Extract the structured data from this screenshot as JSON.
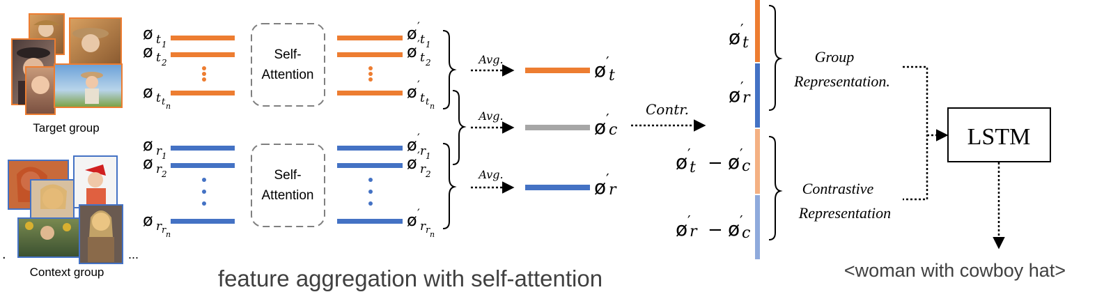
{
  "colors": {
    "target": "#ED7D31",
    "context": "#4472C4",
    "grey": "#A6A6A6",
    "diff_target": "#F4B183",
    "diff_context": "#8FAADC",
    "text": "#000000",
    "caption": "#404040"
  },
  "groups": {
    "target_label": "Target group",
    "context_label": "Context group",
    "ellipsis_left": ".",
    "ellipsis_right": "..."
  },
  "phi": {
    "symbol": "ø",
    "prime": "′",
    "t": "t",
    "r": "r",
    "c": "c",
    "subs": [
      "1",
      "2",
      "n"
    ]
  },
  "self_attention": {
    "label_line1": "Self-",
    "label_line2": "Attention"
  },
  "avg_label": "Avg.",
  "contr_label": "Contr.",
  "minus": "−",
  "representation": {
    "group_line1": "Group",
    "group_line2": "Representation.",
    "contrastive_line1": "Contrastive",
    "contrastive_line2": "Representation"
  },
  "lstm_label": "LSTM",
  "caption_left": "feature aggregation with self-attention",
  "caption_right": "<woman with cowboy hat>",
  "icons": {
    "photos": "portrait-photo-thumbnails",
    "arrows": "dotted-arrow"
  }
}
